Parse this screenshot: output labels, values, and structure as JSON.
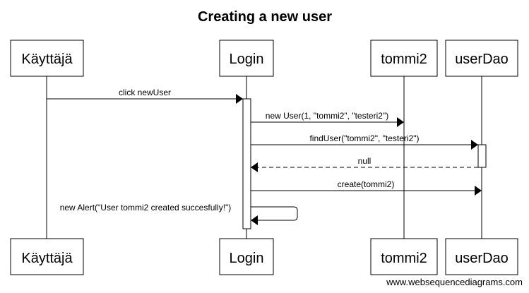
{
  "diagram": {
    "title": "Creating a new user",
    "watermark": "www.websequencediagrams.com",
    "participants": [
      {
        "id": "kayttaja",
        "label": "Käyttäjä"
      },
      {
        "id": "login",
        "label": "Login"
      },
      {
        "id": "tommi2",
        "label": "tommi2"
      },
      {
        "id": "userdao",
        "label": "userDao"
      }
    ],
    "messages": [
      {
        "from": "kayttaja",
        "to": "login",
        "label": "click newUser",
        "style": "solid"
      },
      {
        "from": "login",
        "to": "tommi2",
        "label": "new User(1, \"tommi2\", \"testeri2\")",
        "style": "solid"
      },
      {
        "from": "login",
        "to": "userdao",
        "label": "findUser(\"tommi2\", \"testeri2\")",
        "style": "solid"
      },
      {
        "from": "userdao",
        "to": "login",
        "label": "null",
        "style": "dashed"
      },
      {
        "from": "login",
        "to": "userdao",
        "label": "create(tommi2)",
        "style": "solid"
      },
      {
        "from": "login",
        "to": "login",
        "label": "new Alert(\"User tommi2 created succesfully!\")",
        "style": "self"
      }
    ]
  }
}
